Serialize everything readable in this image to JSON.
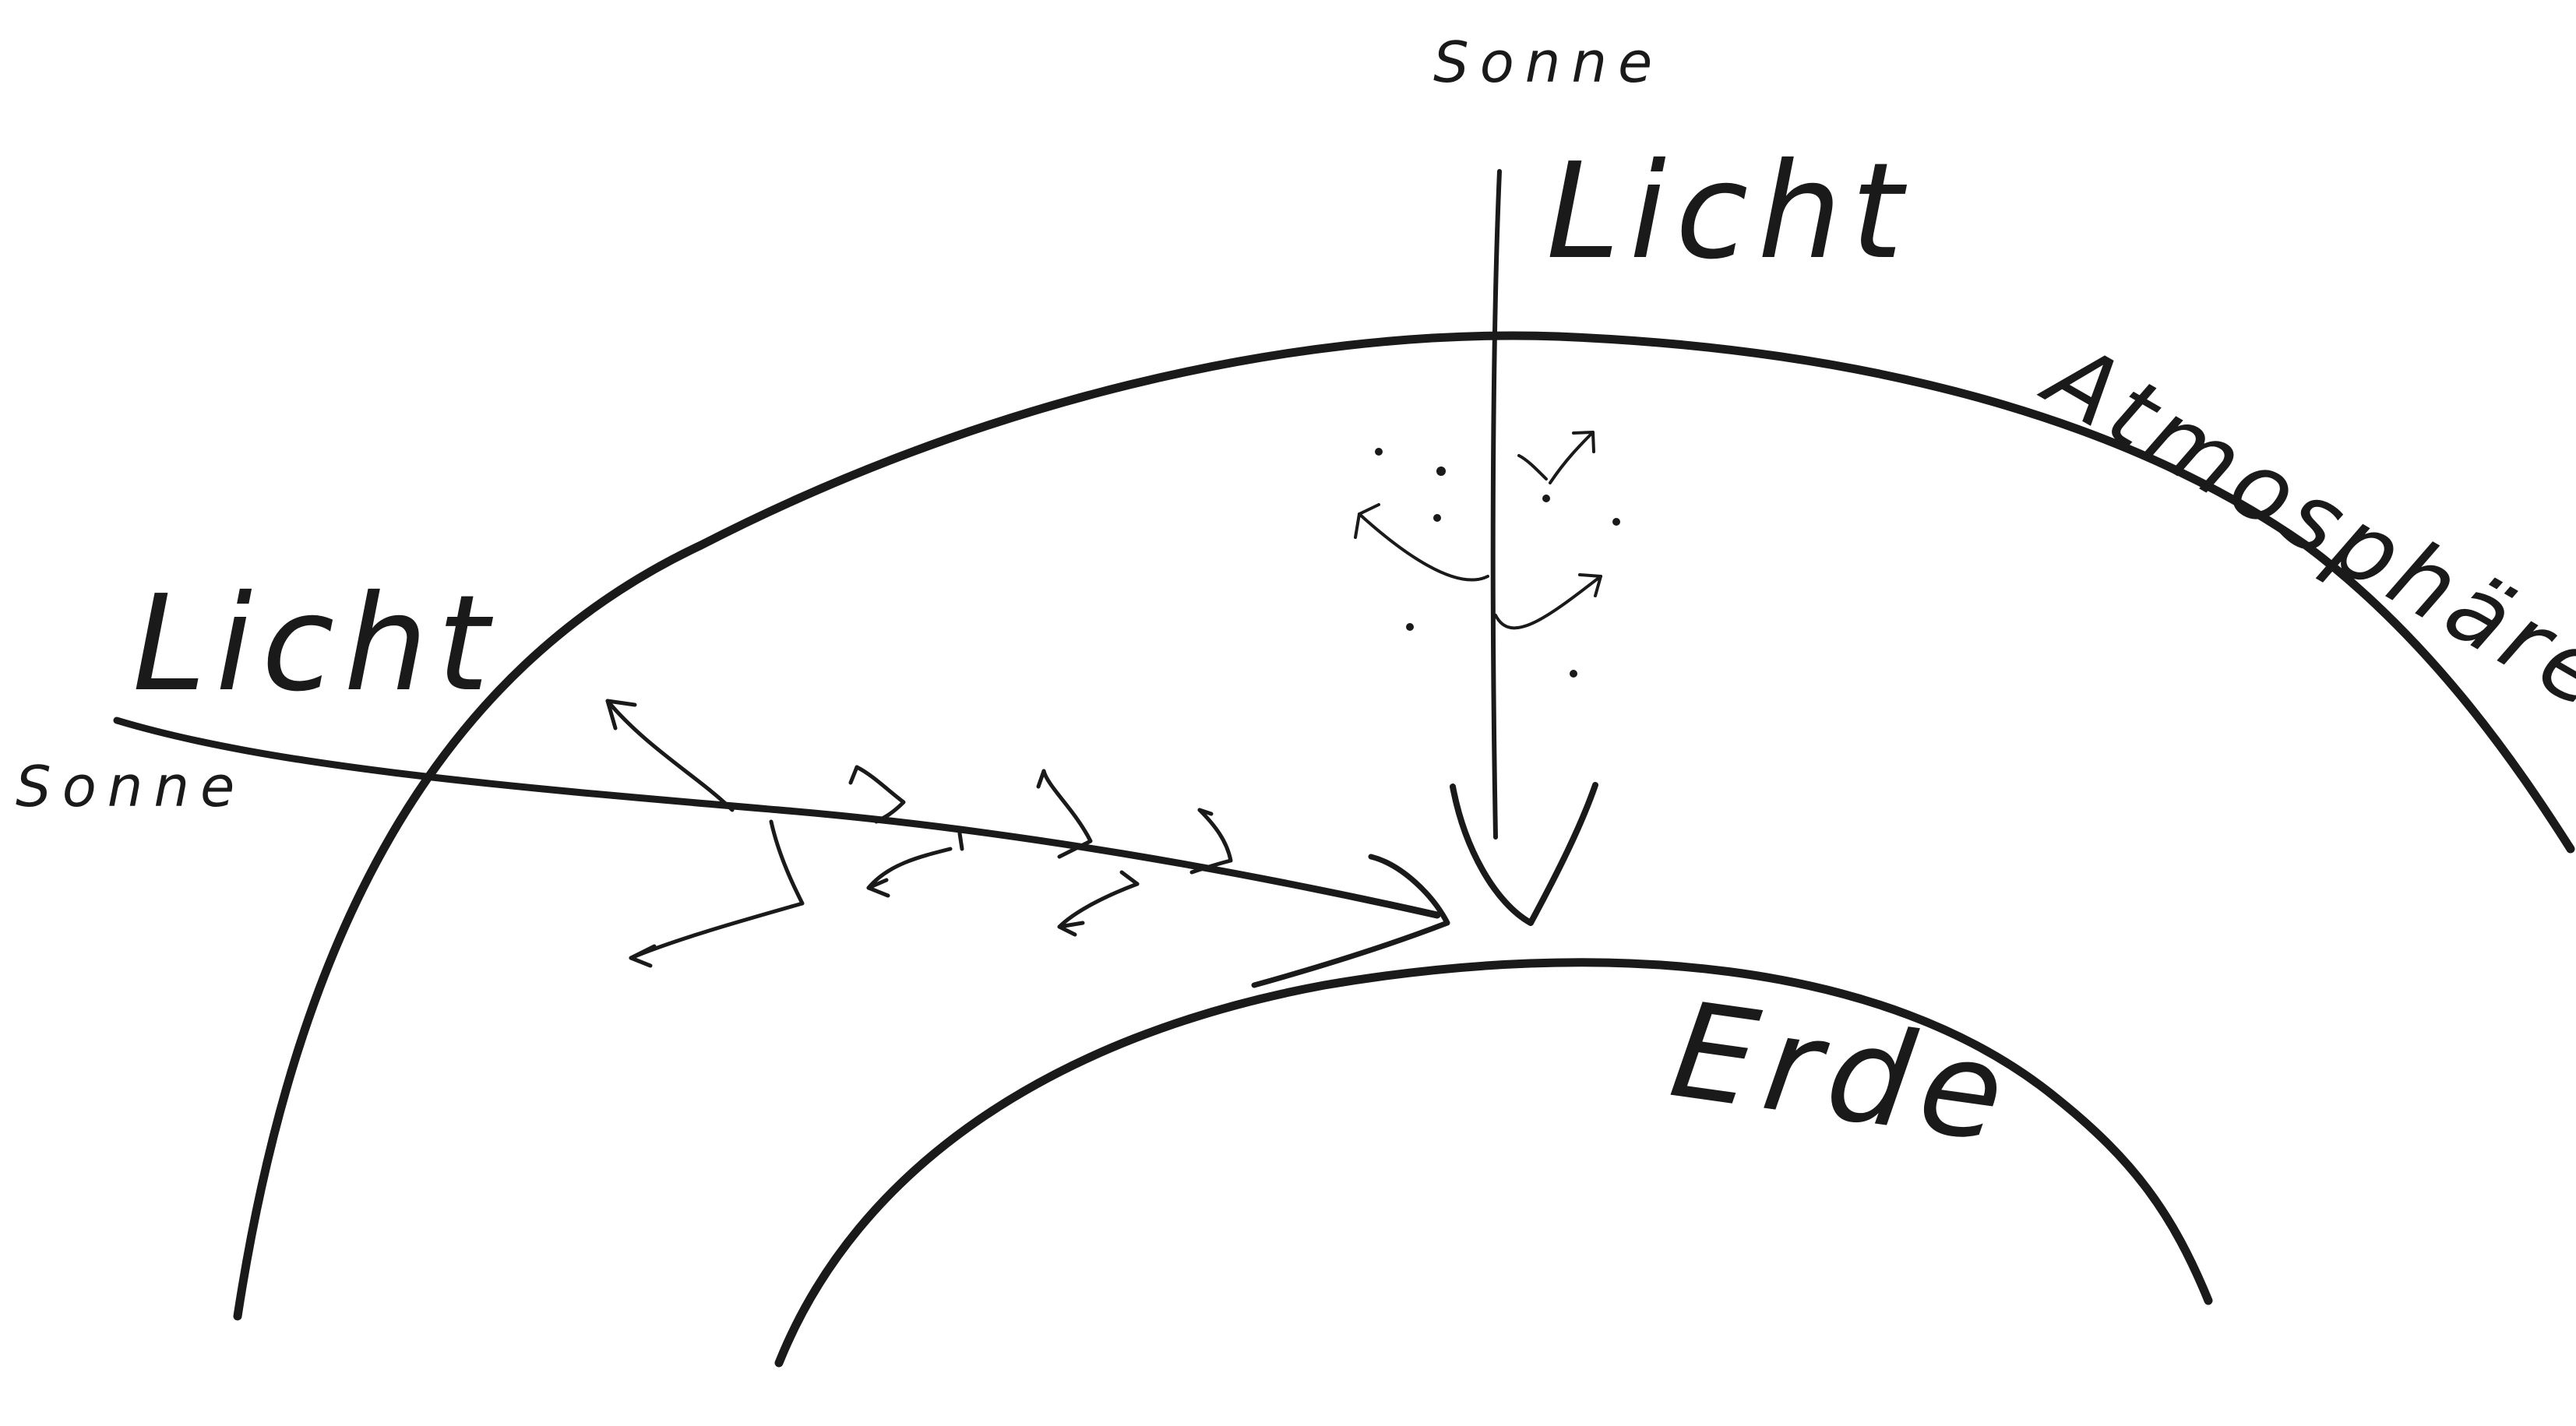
{
  "labels": {
    "sun_top": "Sonne",
    "light_top": "Licht",
    "sun_left": "Sonne",
    "light_left": "Licht",
    "atmosphere": "Atmosphäre",
    "earth": "Erde"
  },
  "colors": {
    "ink": "#1a1a1a",
    "background": "#ffffff"
  }
}
